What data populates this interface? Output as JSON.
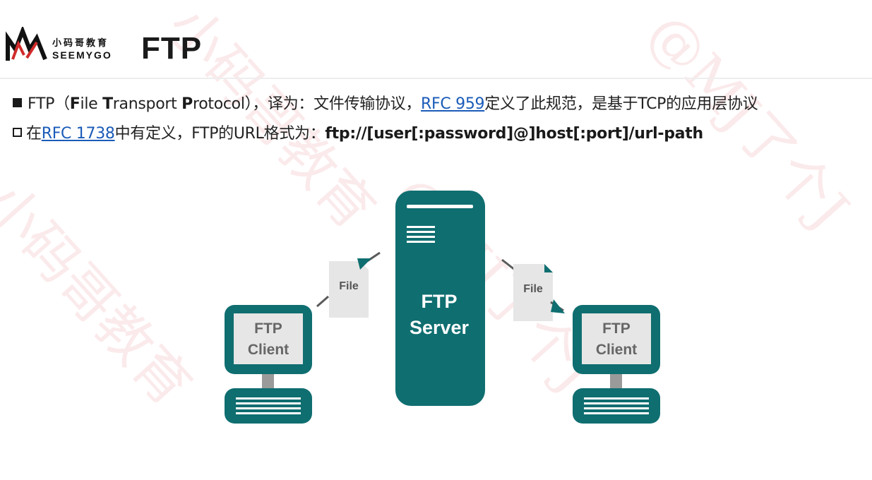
{
  "header": {
    "logo": {
      "brand_cn": "小码哥教育",
      "brand_en": "SEEMYGO"
    },
    "title": "FTP"
  },
  "content": {
    "line1": {
      "prefix": "FTP（",
      "f_letter": "F",
      "f_rest": "ile ",
      "t_letter": "T",
      "t_rest": "ransport ",
      "p_letter": "P",
      "p_rest": "rotocol），译为：文件传输协议，",
      "rfc_link": "RFC 959",
      "suffix": "定义了此规范，是基于TCP的应用层协议"
    },
    "line2": {
      "prefix": "在",
      "rfc_link": "RFC 1738",
      "middle": "中有定义，FTP的URL格式为：",
      "url_format": "ftp://[user[:password]@]host[:port]/url-path"
    }
  },
  "diagram": {
    "server_label_line1": "FTP",
    "server_label_line2": "Server",
    "left_client_line1": "FTP",
    "left_client_line2": "Client",
    "right_client_line1": "FTP",
    "right_client_line2": "Client",
    "left_file_label": "File",
    "right_file_label": "File",
    "colors": {
      "teal": "#0f6e70",
      "gray_panel": "#e6e6e6",
      "dark_stand": "#9a9a9a"
    }
  },
  "watermark": {
    "text1": "小码哥教育",
    "text2": "@MJ了个J"
  }
}
